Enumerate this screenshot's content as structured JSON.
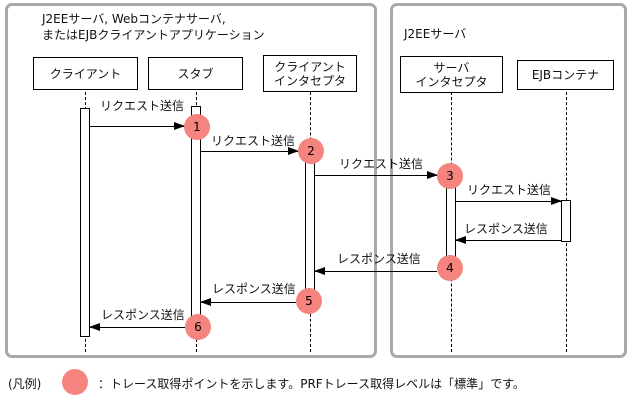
{
  "diagram": {
    "type": "sequence-diagram",
    "groups": {
      "left": {
        "title_line1": "J2EEサーバ, Webコンテナサーバ,",
        "title_line2": "またはEJBクライアントアプリケーション"
      },
      "right": {
        "title": "J2EEサーバ"
      }
    },
    "lifelines": [
      {
        "label": "クライアント"
      },
      {
        "label": "スタブ"
      },
      {
        "label": "クライアント\nインタセプタ"
      },
      {
        "label": "サーバ\nインタセプタ"
      },
      {
        "label": "EJBコンテナ"
      }
    ],
    "messages": [
      {
        "label": "リクエスト送信",
        "from": "クライアント",
        "to": "スタブ",
        "direction": "right"
      },
      {
        "label": "リクエスト送信",
        "from": "スタブ",
        "to": "クライアントインタセプタ",
        "direction": "right"
      },
      {
        "label": "リクエスト送信",
        "from": "クライアントインタセプタ",
        "to": "サーバインタセプタ",
        "direction": "right"
      },
      {
        "label": "リクエスト送信",
        "from": "サーバインタセプタ",
        "to": "EJBコンテナ",
        "direction": "right"
      },
      {
        "label": "レスポンス送信",
        "from": "EJBコンテナ",
        "to": "サーバインタセプタ",
        "direction": "left"
      },
      {
        "label": "レスポンス送信",
        "from": "サーバインタセプタ",
        "to": "クライアントインタセプタ",
        "direction": "left"
      },
      {
        "label": "レスポンス送信",
        "from": "クライアントインタセプタ",
        "to": "スタブ",
        "direction": "left"
      },
      {
        "label": "レスポンス送信",
        "from": "スタブ",
        "to": "クライアント",
        "direction": "left"
      }
    ],
    "trace_points": [
      "1",
      "2",
      "3",
      "4",
      "5",
      "6"
    ],
    "legend": {
      "prefix": "(凡例)",
      "text": "：トレース取得ポイントを示します。PRFトレース取得レベルは「標準」です。"
    },
    "colors": {
      "trace_point_fill": "#f5837e",
      "group_border": "#a8a8a8"
    }
  }
}
